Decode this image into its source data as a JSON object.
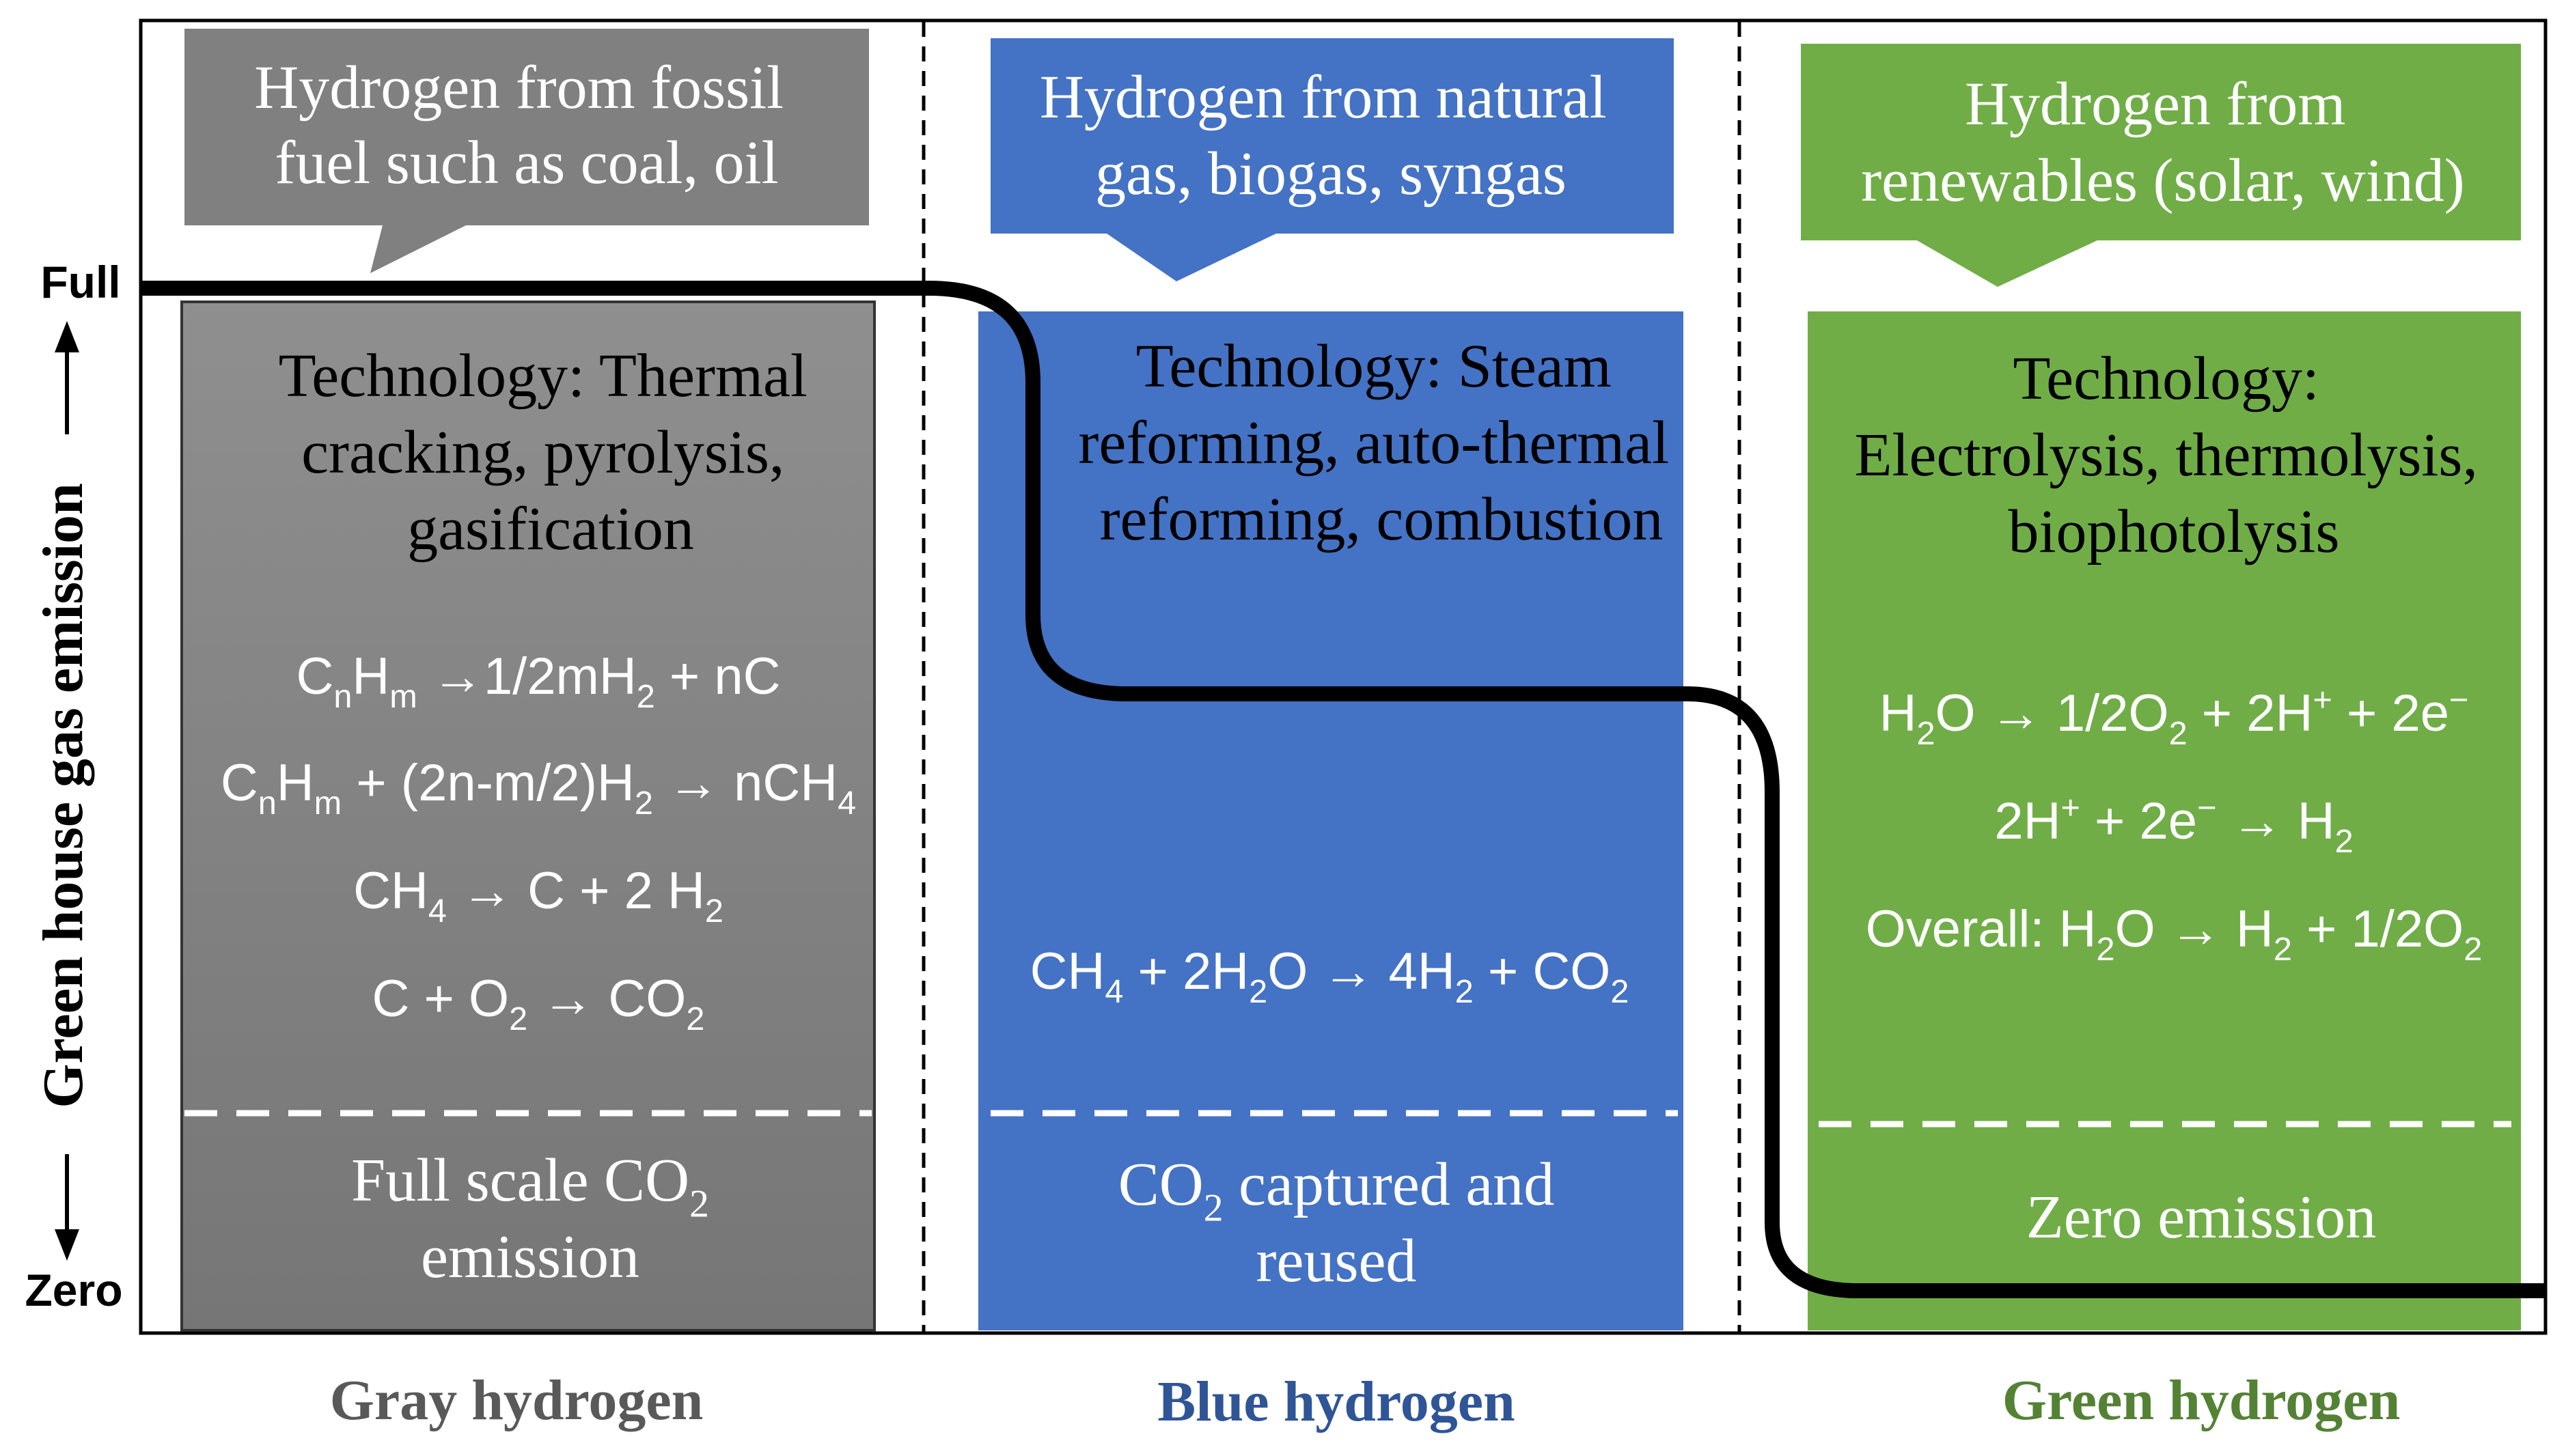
{
  "colors": {
    "gray_header": "#808080",
    "gray_body_top": "#8a8a8a",
    "gray_body_bottom": "#7a7a7a",
    "blue": "#4472c4",
    "green": "#70ad47",
    "gray_label": "#595959",
    "blue_label": "#2f5597",
    "green_label": "#548235",
    "curve": "#000000"
  },
  "axis": {
    "full_label": "Full",
    "zero_label": "Zero",
    "title": "Green house gas emission"
  },
  "columns": [
    {
      "id": "gray",
      "header": [
        "Hydrogen from fossil",
        "fuel such as coal, oil"
      ],
      "technology": [
        "Technology: Thermal",
        "cracking, pyrolysis,",
        "gasification"
      ],
      "reactions": [
        [
          {
            "t": "C"
          },
          {
            "t": "n",
            "sub": true
          },
          {
            "t": "H"
          },
          {
            "t": "m",
            "sub": true
          },
          {
            "t": " →1/2mH"
          },
          {
            "t": "2",
            "sub": true
          },
          {
            "t": " + nC"
          }
        ],
        [
          {
            "t": "C"
          },
          {
            "t": "n",
            "sub": true
          },
          {
            "t": "H"
          },
          {
            "t": "m",
            "sub": true
          },
          {
            "t": " + (2n-m/2)H"
          },
          {
            "t": "2",
            "sub": true
          },
          {
            "t": " → nCH"
          },
          {
            "t": "4",
            "sub": true
          }
        ],
        [
          {
            "t": "CH"
          },
          {
            "t": "4",
            "sub": true
          },
          {
            "t": " → C + 2 H"
          },
          {
            "t": "2",
            "sub": true
          }
        ],
        [
          {
            "t": "C + O"
          },
          {
            "t": "2",
            "sub": true
          },
          {
            "t": " → CO"
          },
          {
            "t": "2",
            "sub": true
          }
        ]
      ],
      "emission": [
        [
          {
            "t": "Full scale CO"
          },
          {
            "t": "2",
            "sub": true
          }
        ],
        [
          {
            "t": "emission"
          }
        ]
      ],
      "label": "Gray hydrogen"
    },
    {
      "id": "blue",
      "header": [
        "Hydrogen from natural",
        "gas, biogas, syngas"
      ],
      "technology": [
        "Technology: Steam",
        "reforming, auto-thermal",
        "reforming, combustion"
      ],
      "reactions": [
        [
          {
            "t": "CH"
          },
          {
            "t": "4",
            "sub": true
          },
          {
            "t": " + 2H"
          },
          {
            "t": "2",
            "sub": true
          },
          {
            "t": "O → 4H"
          },
          {
            "t": "2",
            "sub": true
          },
          {
            "t": " + CO"
          },
          {
            "t": "2",
            "sub": true
          }
        ]
      ],
      "emission": [
        [
          {
            "t": "CO"
          },
          {
            "t": "2",
            "sub": true
          },
          {
            "t": " captured and"
          }
        ],
        [
          {
            "t": "reused"
          }
        ]
      ],
      "label": "Blue hydrogen"
    },
    {
      "id": "green",
      "header": [
        "Hydrogen from",
        "renewables (solar, wind)"
      ],
      "technology": [
        "Technology:",
        "Electrolysis, thermolysis,",
        "biophotolysis"
      ],
      "reactions": [
        [
          {
            "t": "H"
          },
          {
            "t": "2",
            "sub": true
          },
          {
            "t": "O → 1/2O"
          },
          {
            "t": "2",
            "sub": true
          },
          {
            "t": " + 2H"
          },
          {
            "t": "+",
            "sup": true
          },
          {
            "t": " + 2e"
          },
          {
            "t": "−",
            "sup": true
          }
        ],
        [
          {
            "t": "2H"
          },
          {
            "t": "+",
            "sup": true
          },
          {
            "t": " + 2e"
          },
          {
            "t": "−",
            "sup": true
          },
          {
            "t": " → H"
          },
          {
            "t": "2",
            "sub": true
          }
        ],
        [
          {
            "t": "Overall: H"
          },
          {
            "t": "2",
            "sub": true
          },
          {
            "t": "O → H"
          },
          {
            "t": "2",
            "sub": true
          },
          {
            "t": " + 1/2O"
          },
          {
            "t": "2",
            "sub": true
          }
        ]
      ],
      "emission": [
        [
          {
            "t": "Zero emission"
          }
        ]
      ],
      "label": "Green hydrogen"
    }
  ]
}
